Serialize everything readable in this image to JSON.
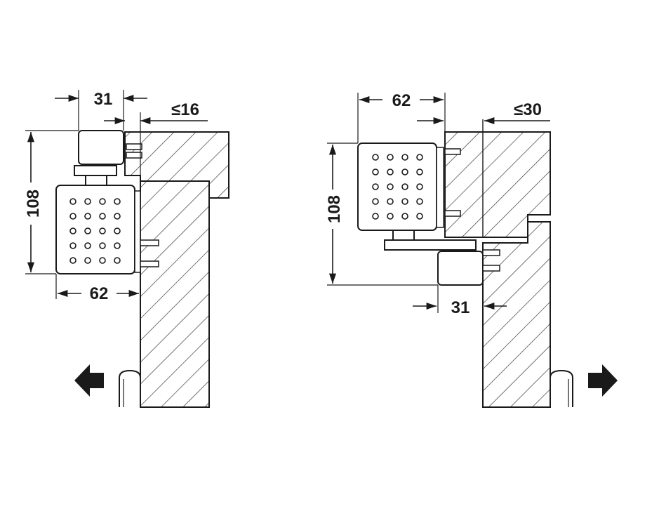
{
  "colors": {
    "line": "#1a1a1a",
    "hatch": "#3a3a3a",
    "body_fill": "#ffffff",
    "holes": "#1a1a1a"
  },
  "left_diagram": {
    "dimensions": {
      "width_top": "31",
      "frame_depth": "≤16",
      "height": "108",
      "width_body": "62"
    },
    "arrow": "arrow-left-icon"
  },
  "right_diagram": {
    "dimensions": {
      "width_body": "62",
      "frame_depth": "≤30",
      "height": "108",
      "width_arm": "31"
    },
    "arrow": "arrow-right-icon"
  }
}
